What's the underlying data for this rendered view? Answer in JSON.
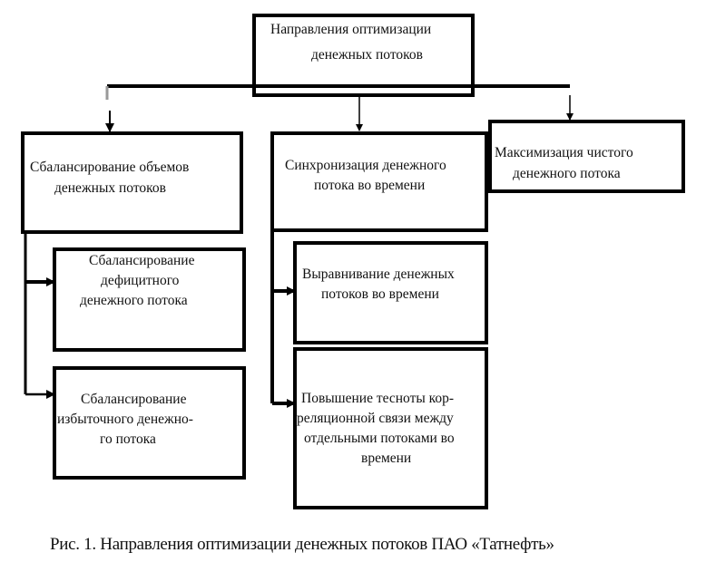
{
  "root": {
    "line1": "Направления оптимизации",
    "line2": "денежных потоков"
  },
  "branches": [
    {
      "lines": [
        "Сбалансирование объемов",
        "денежных потоков"
      ],
      "children": [
        {
          "lines": [
            "Сбалансирование",
            "дефицитного",
            "денежного потока"
          ]
        },
        {
          "lines": [
            "Сбалансирование",
            "избыточного денежно-",
            "го потока"
          ]
        }
      ]
    },
    {
      "lines": [
        "Синхронизация денежного",
        "потока во времени"
      ],
      "children": [
        {
          "lines": [
            "Выравнивание денежных",
            "потоков во времени"
          ]
        },
        {
          "lines": [
            "Повышение тесноты кор-",
            "реляционной связи между",
            "отдельными потоками во",
            "времени"
          ]
        }
      ]
    },
    {
      "lines": [
        "Максимизация чистого",
        "денежного потока"
      ],
      "children": []
    }
  ],
  "caption": "Рис. 1. Направления оптимизации денежных потоков ПАО «Татнефть»"
}
